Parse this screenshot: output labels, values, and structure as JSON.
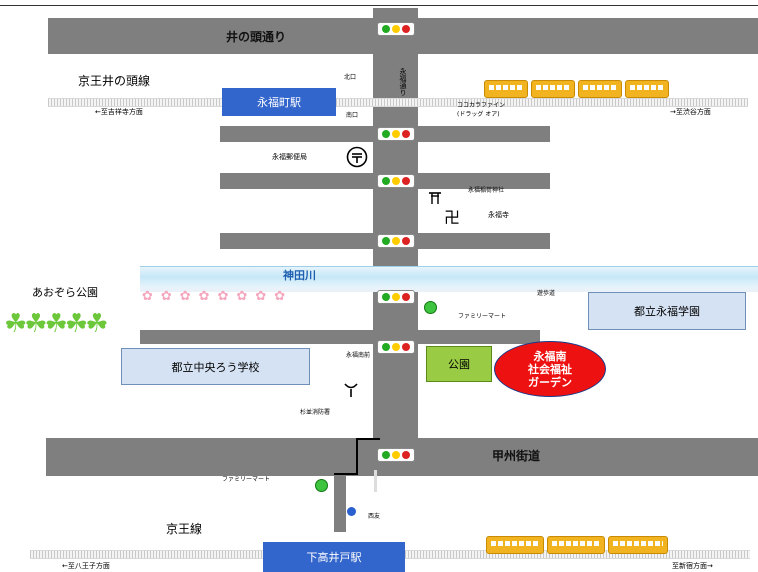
{
  "roads": {
    "inokashira_dori": "井の頭通り",
    "koshu_kaido": "甲州街道",
    "eifuku_dori": "永福通り",
    "yuhodo": "遊歩道"
  },
  "railways": {
    "keio_inokashira_line": "京王井の頭線",
    "keio_line": "京王線",
    "to_kichijoji": "←至吉祥寺方面",
    "to_shibuya": "→至渋谷方面",
    "to_hachioji": "←至八王子方面",
    "to_shinjuku": "至新宿方面→"
  },
  "stations": {
    "eifukucho": "永福町駅",
    "eifukucho_north_exit": "北口",
    "eifukucho_south_exit": "南口",
    "shimotakaido": "下高井戸駅"
  },
  "landmarks": {
    "post_office": "永福郵便局",
    "shrine": "永福稲荷神社",
    "temple": "永福寺",
    "kandagawa": "神田川",
    "aozora_park": "あおぞら公園",
    "familymart_north": "ファミリーマート",
    "eifuku_gakuen": "都立永福学園",
    "chuo_rou_school": "都立中央ろう学校",
    "eifuku_minami_intersection": "永福南前",
    "park": "公園",
    "fire_station": "杉並消防署",
    "familymart_south": "ファミリーマート",
    "seiyu": "西友",
    "cocokara_fine": "ココカラファイン",
    "cocokara_fine_sub": "(ドラッグ オア)"
  },
  "destination": {
    "line1": "永福南",
    "line2": "社会福祉",
    "line3": "ガーデン"
  },
  "colors": {
    "road": "#7f7f7f",
    "station_blue": "#3366cc",
    "destination_red": "#ee1111",
    "park_green": "#99cc44",
    "school_box": "#d5e2f3",
    "train_yellow": "#f2b320",
    "signal_green": "#22aa22",
    "signal_yellow": "#ffcc00",
    "signal_red": "#dd2222"
  },
  "icons": [
    "traffic-signal-icon",
    "post-office-icon",
    "shrine-torii-icon",
    "temple-manji-icon",
    "fire-station-icon",
    "train-icon",
    "clover-icon",
    "cherry-blossom-icon"
  ]
}
